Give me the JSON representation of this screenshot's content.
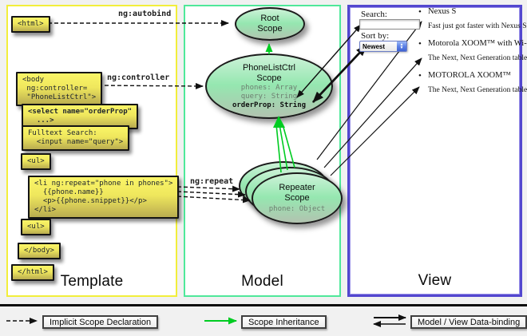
{
  "template_column": {
    "label": "Template",
    "boxes": [
      {
        "text": "<html>"
      },
      {
        "text": "<body\n ng:controller=\n \"PhoneListCtrl\">"
      },
      {
        "text": "<select name=\"orderProp\"\n  ...>"
      },
      {
        "text": "Fulltext Search:\n  <input name=\"query\">"
      },
      {
        "text": "<ul>"
      },
      {
        "text": "<li ng:repeat=\"phone in phones\">\n  {{phone.name}}\n  <p>{{phone.snippet}}</p>\n</li>"
      },
      {
        "text": "<ul>"
      },
      {
        "text": "</body>"
      },
      {
        "text": "</html>"
      }
    ]
  },
  "model_column": {
    "label": "Model",
    "root_scope": {
      "title": "Root\nScope"
    },
    "phonelist_scope": {
      "title": "PhoneListCtrl\nScope",
      "props": [
        "phones: Array",
        "query: String"
      ],
      "bold_prop": "orderProp: String"
    },
    "repeater_scope": {
      "title": "Repeater\nScope",
      "prop": "phone: Object"
    }
  },
  "view_column": {
    "label": "View",
    "search_label": "Search:",
    "search_value": "",
    "sort_label": "Sort by:",
    "sort_value": "Newest",
    "items": [
      {
        "title": "Nexus S",
        "desc": "Fast just got faster with Nexus S."
      },
      {
        "title": "Motorola XOOM™ with Wi-Fi",
        "desc": "The Next, Next Generation tablet."
      },
      {
        "title": "MOTOROLA XOOM™",
        "desc": "The Next, Next Generation tablet."
      }
    ]
  },
  "annotations": {
    "autobind": "ng:autobind",
    "controller": "ng:controller",
    "repeat": "ng:repeat"
  },
  "legend": [
    {
      "label": "Implicit Scope Declaration"
    },
    {
      "label": "Scope Inheritance"
    },
    {
      "label": "Model / View Data-binding"
    }
  ],
  "colors": {
    "template_border": "#f2ee3b",
    "model_border": "#4fe89a",
    "view_border": "#5347cf",
    "scope_fill_top": "#cdf2d8",
    "scope_fill_bottom": "#b2c3b0",
    "code_box_fill": "#f5ef60",
    "green_arrow": "#00cc22",
    "arrow_black": "#111111"
  }
}
